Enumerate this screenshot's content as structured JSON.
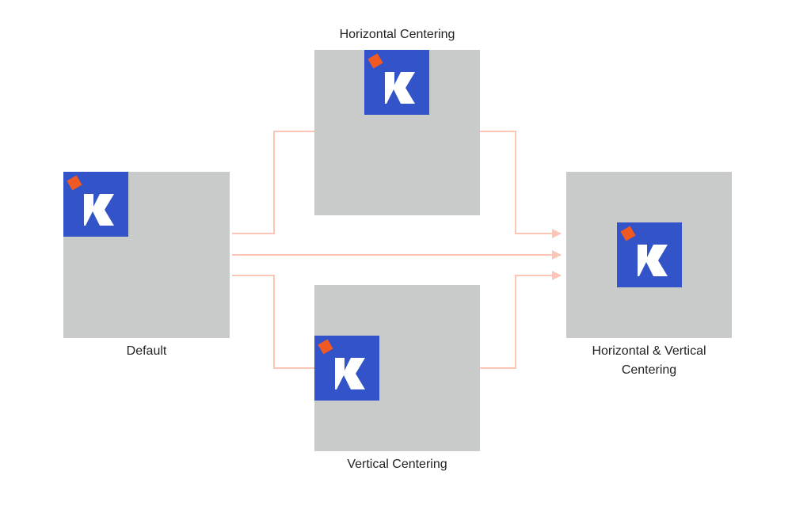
{
  "diagram": {
    "colors": {
      "panel": "#c8cbca",
      "logo_bg": "#3254c8",
      "logo_accent": "#f05a22",
      "connector": "#fdc5b5"
    },
    "nodes": [
      {
        "id": "default",
        "label": "Default"
      },
      {
        "id": "horizontal",
        "label": "Horizontal Centering"
      },
      {
        "id": "vertical",
        "label": "Vertical Centering"
      },
      {
        "id": "both",
        "label_line1": "Horizontal & Vertical",
        "label_line2": "Centering"
      }
    ],
    "edges": [
      {
        "from": "default",
        "to": "horizontal"
      },
      {
        "from": "horizontal",
        "to": "both"
      },
      {
        "from": "default",
        "to": "both"
      },
      {
        "from": "default",
        "to": "vertical"
      },
      {
        "from": "vertical",
        "to": "both"
      }
    ],
    "logo_icon": "k-logo-icon"
  }
}
